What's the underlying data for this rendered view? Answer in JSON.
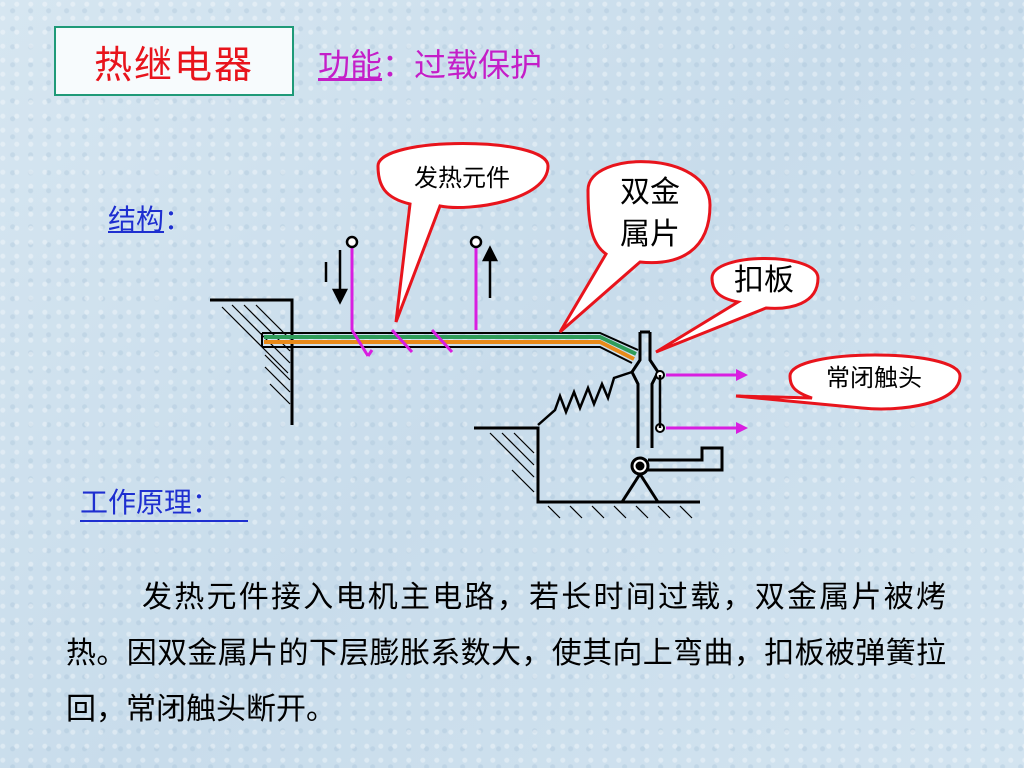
{
  "title": "热继电器",
  "function": {
    "label": "功能",
    "colon": "：",
    "value": "过载保护"
  },
  "structure": {
    "label": "结构",
    "colon": "："
  },
  "callouts": {
    "heating_element": "发热元件",
    "bimetal_line1": "双金",
    "bimetal_line2": "属片",
    "buckle_plate": "扣板",
    "nc_contact": "常闭触头"
  },
  "principle": {
    "label": "工作原理："
  },
  "description": "发热元件接入电机主电路，若长时间过载，双金属片被烤热。因双金属片的下层膨胀系数大，使其向上弯曲，扣板被弹簧拉回，常闭触头断开。",
  "colors": {
    "title_red": "#e8141c",
    "function_magenta": "#c41ec8",
    "label_blue": "#1e2fd0",
    "callout_red": "#e8141c",
    "heater_magenta": "#d81ee0",
    "bimetal_green": "#2f9c5a",
    "bimetal_orange": "#e88a1a"
  }
}
